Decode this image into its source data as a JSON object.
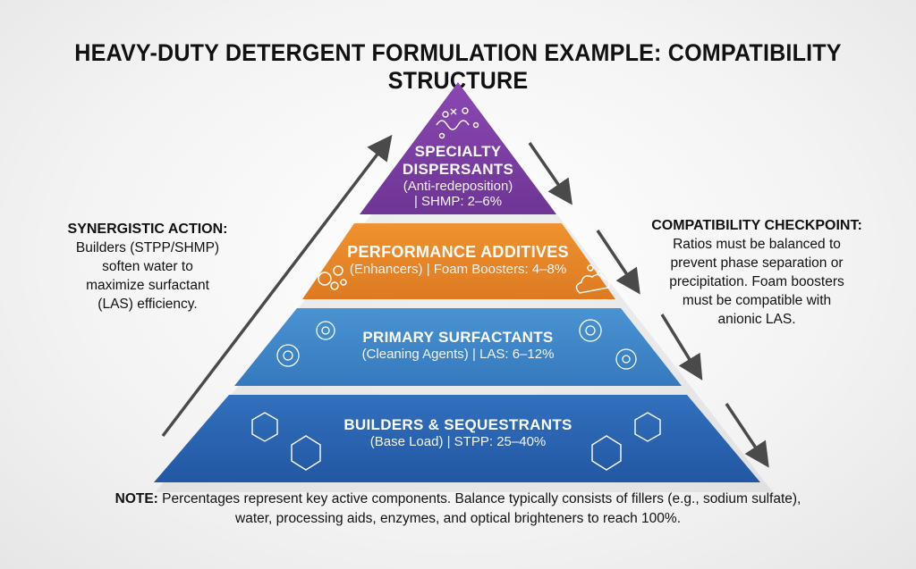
{
  "title": "HEAVY-DUTY DETERGENT FORMULATION EXAMPLE: COMPATIBILITY STRUCTURE",
  "layers": [
    {
      "name_line1": "SPECIALTY",
      "name_line2": "DISPERSANTS",
      "desc_line1": "(Anti-redeposition)",
      "desc_line2": "| SHMP: 2–6%",
      "color": "#7b3fa0"
    },
    {
      "name": "PERFORMANCE ADDITIVES",
      "desc": "(Enhancers) | Foam Boosters: 4–8%",
      "color": "#e8862a"
    },
    {
      "name": "PRIMARY SURFACTANTS",
      "desc": "(Cleaning Agents) | LAS: 6–12%",
      "color": "#3d86c6"
    },
    {
      "name": "BUILDERS & SEQUESTRANTS",
      "desc": "(Base Load) | STPP: 25–40%",
      "color": "#2a66b3"
    }
  ],
  "left_callout": {
    "heading": "SYNERGISTIC ACTION:",
    "lines": [
      "Builders (STPP/SHMP)",
      "soften water to",
      "maximize surfactant",
      "(LAS) efficiency."
    ]
  },
  "right_callout": {
    "heading": "COMPATIBILITY CHECKPOINT:",
    "lines": [
      "Ratios must be balanced to",
      "prevent phase separation or",
      "precipitation. Foam boosters",
      "must be compatible with",
      "anionic LAS."
    ]
  },
  "note": {
    "label": "NOTE:",
    "line1": " Percentages represent key active components. Balance typically consists of fillers (e.g., sodium sulfate),",
    "line2": "water, processing aids, enzymes, and optical brighteners to reach 100%."
  },
  "icons": [
    "molecule-icon",
    "bubbles-icon",
    "foam-icon",
    "surfactant-micelle-icon",
    "crystal-lattice-icon"
  ]
}
